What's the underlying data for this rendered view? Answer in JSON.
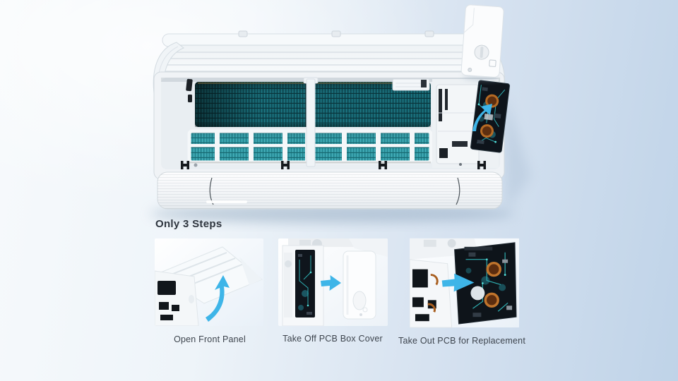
{
  "section": {
    "heading": "Only 3 Steps"
  },
  "steps": [
    {
      "caption": "Open Front Panel",
      "arrow_icon": "curved-up-arrow-icon"
    },
    {
      "caption": "Take Off PCB Box Cover",
      "arrow_icon": "right-arrow-icon"
    },
    {
      "caption": "Take Out PCB for Replacement",
      "arrow_icon": "right-arrow-icon"
    }
  ],
  "hero": {
    "subject_icon": "air-conditioner-open-unit",
    "arrow_icon": "curved-up-arrow-icon"
  },
  "colors": {
    "background_left": "#f7fafc",
    "background_right": "#bfd3e8",
    "arrow_blue": "#3eb5e8",
    "fin_teal_dark": "#11525c",
    "fin_teal_light": "#2a8d98",
    "pcb_dark": "#0e141b",
    "trace_teal": "#35c9cb",
    "copper": "#b56a24",
    "heading_text": "#2e353e",
    "caption_text": "#3d444d"
  }
}
